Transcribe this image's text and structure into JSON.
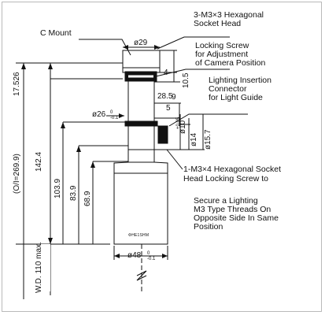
{
  "labels": {
    "c_mount": "C Mount",
    "hex_socket_head_1": "3-M3×3 Hexagonal",
    "hex_socket_head_2": "Socket Head",
    "locking_screw_1": "Locking Screw",
    "locking_screw_2": "for Adjustment",
    "locking_screw_3": "of Camera Position",
    "lighting_connector_1": "Lighting Insertion",
    "lighting_connector_2": "Connector",
    "lighting_connector_3": "for Light Guide",
    "hex_socket_lock_1": "1-M3×4 Hexagonal Socket",
    "hex_socket_lock_2": "Head Locking Screw to",
    "secure_1": "Secure a Lighting",
    "secure_2": "M3 Type Threads On",
    "secure_3": "Opposite Side In Same",
    "secure_4": "Position",
    "model_marking": "ΦHE1SHM"
  },
  "dimensions": {
    "d29": "ø29",
    "d26": "ø26",
    "d26_tol_top": "0",
    "d26_tol_bot": "-0.1",
    "d48": "ø48",
    "d48_tol_top": "0",
    "d48_tol_bot": "-0.1",
    "v4": "4",
    "v10_5": "10.5",
    "v28_5": "28.5",
    "v9": "9",
    "v5": "5",
    "d10": "ø10",
    "d10_tol_top": "+0.05",
    "d10_tol_bot": "0",
    "d14": "ø14",
    "d15_7": "ø15.7",
    "v17_526": "17.526",
    "v142_4": "142.4",
    "v103_9": "103.9",
    "v83_9": "83.9",
    "v68_9": "68.9",
    "oi": "(O/I=269.9)",
    "wd": "W.D. 110 max."
  }
}
